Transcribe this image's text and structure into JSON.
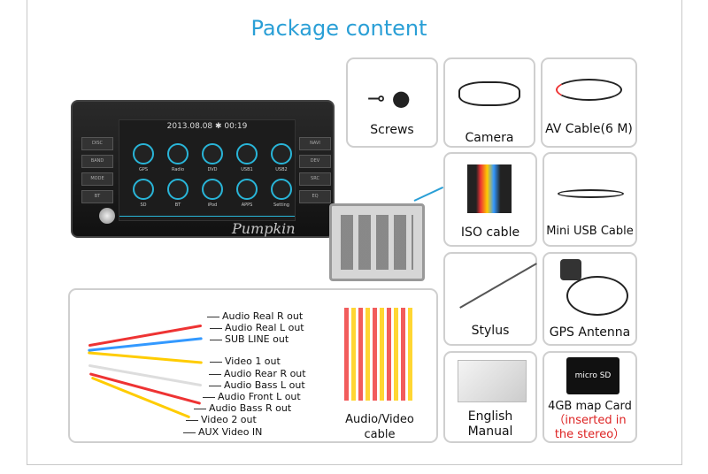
{
  "title": "Package content",
  "head_unit": {
    "status_bar": "2013.08.08  ✱  00:19",
    "apps": [
      "GPS",
      "Radio",
      "DVD",
      "USB1",
      "USB2",
      "SD",
      "BT",
      "iPod",
      "APPS",
      "Setting"
    ],
    "left_buttons": [
      "DISC",
      "BAND",
      "MODE",
      "BT"
    ],
    "right_buttons": [
      "NAVI",
      "DEV",
      "SRC",
      "EQ"
    ],
    "watermark": "Pumpkin"
  },
  "items": {
    "screws": "Screws",
    "camera": "Camera",
    "av_cable": "AV Cable(6 M)",
    "iso_cable": "ISO cable",
    "mini_usb": "Mini USB Cable",
    "stylus": "Stylus",
    "gps": "GPS Antenna",
    "manual_line1": "English",
    "manual_line2": "Manual",
    "sd_card": "4GB map Card",
    "sd_note_line1": "（inserted in",
    "sd_note_line2": "the stereo）",
    "av_video_line1": "Audio/Video",
    "av_video_line2": "cable"
  },
  "wire_labels": [
    "Audio Real R out",
    "Audio Real L out",
    "SUB LINE out",
    "Video 1 out",
    "Audio Rear R out",
    "Audio Bass L  out",
    "Audio Front L   out",
    "Audio Bass R  out",
    "Video 2  out",
    "AUX Video IN"
  ],
  "colors": {
    "title": "#2a9fd6",
    "accent": "#29b5d8"
  }
}
